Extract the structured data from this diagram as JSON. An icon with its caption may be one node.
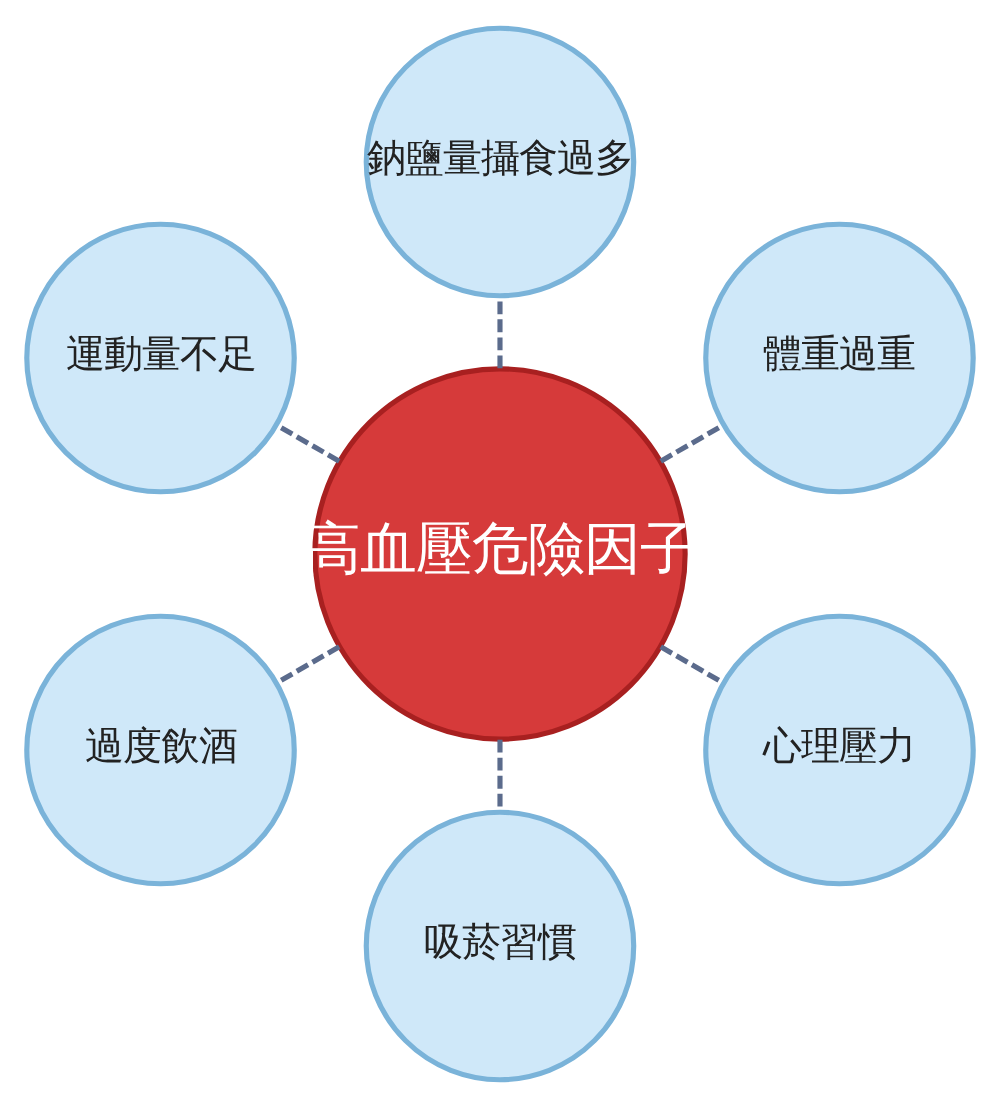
{
  "diagram": {
    "nodes": [
      {
        "text": [
          "高血壓危險因子"
        ]
      },
      {
        "text": [
          "體重過重"
        ]
      },
      {
        "text": [
          "鈉鹽量攝食過多"
        ]
      },
      {
        "text": [
          "運動量不足"
        ]
      },
      {
        "text": [
          "過度飲酒"
        ]
      },
      {
        "text": [
          "吸菸習慣"
        ]
      },
      {
        "text": [
          "心理壓力"
        ]
      }
    ],
    "edges": [
      {
        "from": 0,
        "to": 1,
        "arrow": "none",
        "style": "dashed"
      },
      {
        "from": 0,
        "to": 2,
        "arrow": "none",
        "style": "dashed"
      },
      {
        "from": 0,
        "to": 3,
        "arrow": "none",
        "style": "dashed"
      },
      {
        "from": 0,
        "to": 4,
        "arrow": "none",
        "style": "dashed"
      },
      {
        "from": 0,
        "to": 5,
        "arrow": "none",
        "style": "dashed"
      },
      {
        "from": 0,
        "to": 6,
        "arrow": "none",
        "style": "dashed"
      }
    ]
  }
}
